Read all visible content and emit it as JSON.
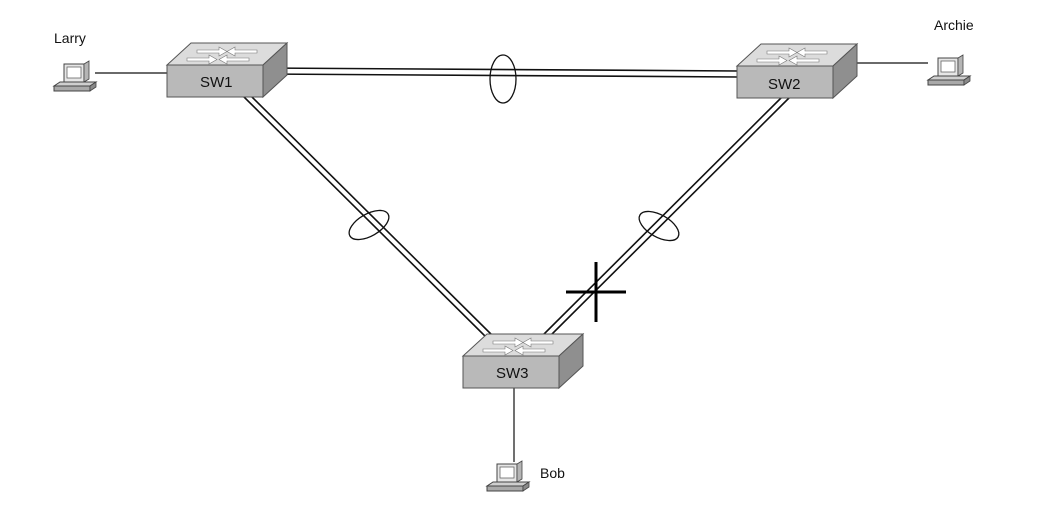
{
  "switches": [
    {
      "id": "sw1",
      "label": "SW1"
    },
    {
      "id": "sw2",
      "label": "SW2"
    },
    {
      "id": "sw3",
      "label": "SW3"
    }
  ],
  "hosts": [
    {
      "id": "larry",
      "label": "Larry"
    },
    {
      "id": "archie",
      "label": "Archie"
    },
    {
      "id": "bob",
      "label": "Bob"
    }
  ],
  "colors": {
    "switch_top": "#dcdcdc",
    "switch_front": "#b9b9b9",
    "switch_side": "#8f8f8f",
    "switch_arrows": "#ffffff",
    "link": "#111111",
    "pc_body": "#cfcfcf"
  }
}
